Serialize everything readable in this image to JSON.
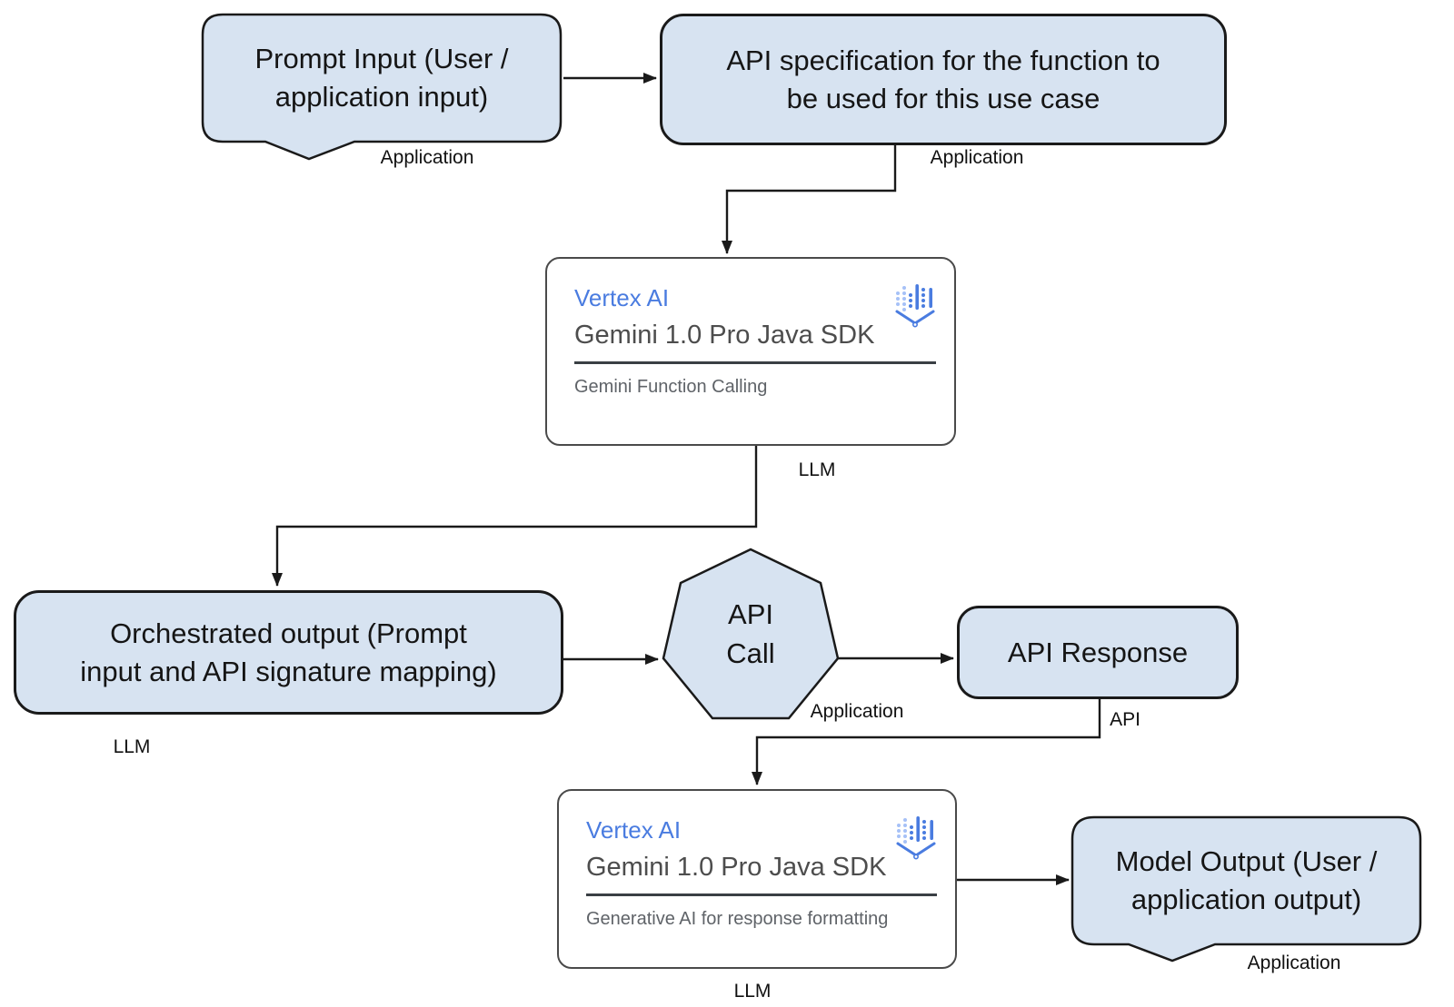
{
  "nodes": {
    "prompt_input": {
      "lines": [
        "Prompt Input (User /",
        "application input)"
      ],
      "tag": "Application"
    },
    "api_spec": {
      "lines": [
        "API specification for the function to",
        "be used for this use case"
      ],
      "tag": "Application"
    },
    "orchestrated_output": {
      "lines": [
        "Orchestrated output (Prompt",
        "input and API signature mapping)"
      ],
      "tag": "LLM"
    },
    "api_call": {
      "lines": [
        "API",
        "Call"
      ],
      "tag": "Application"
    },
    "api_response": {
      "lines": [
        "API Response"
      ],
      "tag": "API"
    },
    "model_output": {
      "lines": [
        "Model Output (User /",
        "application output)"
      ],
      "tag": "Application"
    }
  },
  "cards": {
    "function_calling": {
      "product": "Vertex AI",
      "sdk": "Gemini 1.0 Pro Java SDK",
      "caption": "Gemini Function Calling",
      "tag": "LLM"
    },
    "response_formatting": {
      "product": "Vertex AI",
      "sdk": "Gemini 1.0 Pro Java SDK",
      "caption": "Generative AI for response formatting",
      "tag": "LLM"
    }
  },
  "colors": {
    "node_fill": "#d7e3f1",
    "node_border": "#1a1a1a",
    "card_border": "#4a4a4a",
    "vertex_blue": "#4a7ce0",
    "sdk_gray": "#4d4d4d",
    "caption_gray": "#5f6368",
    "connector": "#1a1a1a",
    "background": "#ffffff"
  }
}
